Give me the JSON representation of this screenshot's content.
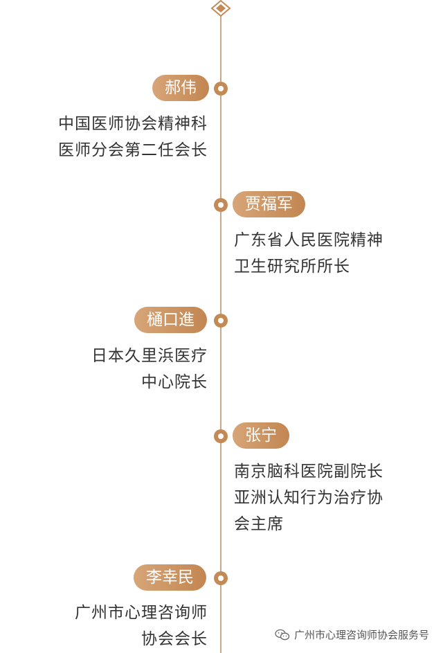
{
  "entries": [
    {
      "name": "郝伟",
      "lines": [
        "中国医师协会精神科",
        "医师分会第二任会长"
      ]
    },
    {
      "name": "贾福军",
      "lines": [
        "广东省人民医院精神",
        "卫生研究所所长"
      ]
    },
    {
      "name": "樋口進",
      "lines": [
        "日本久里浜医疗",
        "中心院长"
      ]
    },
    {
      "name": "张宁",
      "lines": [
        "南京脑科医院副院长",
        "亚洲认知行为治疗协",
        "会主席"
      ]
    },
    {
      "name": "李幸民",
      "lines": [
        "广州市心理咨询师",
        "协会会长"
      ]
    }
  ],
  "watermark": {
    "text": "广州市心理咨询师协会服务号",
    "icon": "wechat-icon"
  },
  "colors": {
    "accent": "#c48a55",
    "line": "#c9a887",
    "text": "#333333"
  }
}
